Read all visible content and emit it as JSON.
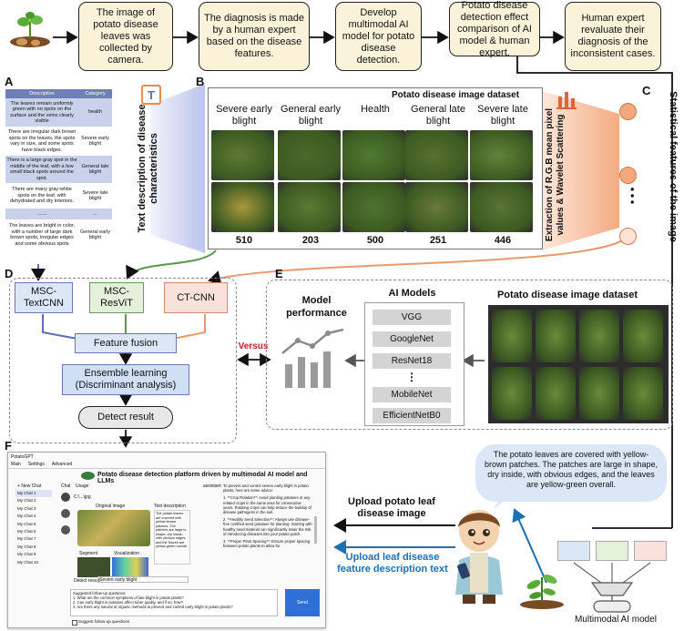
{
  "flow": {
    "step1": "The image of potato disease leaves was collected by camera.",
    "step2": "The diagnosis is made by a human expert based on the disease features.",
    "step3": "Develop multimodal AI model for potato disease detection.",
    "step4": "Potato disease detection effect comparison of AI model & human expert.",
    "step5": "Human expert revaluate their diagnosis of the inconsistent cases."
  },
  "panel_letters": {
    "a": "A",
    "b": "B",
    "c": "C",
    "d": "D",
    "e": "E",
    "f": "F"
  },
  "panel_a": {
    "header_desc": "Description",
    "header_cat": "Category",
    "rows": [
      {
        "desc": "The leaves remain uniformly green with no spots on the surface and the veins clearly visible",
        "cat": "health"
      },
      {
        "desc": "There are irregular dark brown spots on the leaves, the spots vary in size, and some spots have black edges.",
        "cat": "Severe early blight"
      },
      {
        "desc": "There is a large gray spot in the middle of the leaf, with a few small black spots around the spot.",
        "cat": "General late blight"
      },
      {
        "desc": "There are many gray-white spots on the leaf, with dehydrated and dry interiors.",
        "cat": "Severe late blight"
      },
      {
        "desc": ".......",
        "cat": "..."
      },
      {
        "desc": "The leaves are bright in color, with a number of large dark brown spots, irregular edges and some obvious spots",
        "cat": "General early blight"
      }
    ],
    "vertical_label": "Text description of disease characteristics"
  },
  "panel_b": {
    "title": "Potato disease image dataset",
    "classes": [
      "Severe early blight",
      "General early blight",
      "Health",
      "General late blight",
      "Severe late blight"
    ],
    "counts": [
      "510",
      "203",
      "500",
      "251",
      "446"
    ]
  },
  "extraction_label": "Extraction of R.G.B mean pixel values & Wavelet Scattering",
  "panel_c": {
    "vertical_label": "Statistical features of the image",
    "dots": "● ● ●"
  },
  "panel_d": {
    "mtc": "MSC-TextCNN",
    "mrv": "MSC-ResViT",
    "ct": "CT-CNN",
    "fusion": "Feature fusion",
    "ensemble": "Ensemble learning (Discriminant analysis)",
    "detect": "Detect result"
  },
  "versus": "Versus",
  "panel_e": {
    "perf": "Model performance",
    "ai_title": "AI Models",
    "models": [
      "VGG",
      "GoogleNet",
      "ResNet18",
      "⋮",
      "MobileNet",
      "EfficientNetB0"
    ],
    "dataset_title": "Potato disease image dataset"
  },
  "panel_f": {
    "app_name": "PotatoGPT",
    "tabs": [
      "Main",
      "Settings",
      "Advanced"
    ],
    "header": "Potato disease detection platform driven by multimodal AI model and LLMs",
    "new_chat": "+ New Chat",
    "chats": [
      "My Chat 1",
      "My Chat 2",
      "My Chat 3",
      "My Chat 4",
      "My Chat 5",
      "My Chat 6",
      "My Chat 7",
      "My Chat 8",
      "My Chat 9",
      "My Chat 10"
    ],
    "col_chat": "Chat",
    "col_usage": "Usage",
    "user_msg": "C:\\...\\jpg",
    "original": "Original image",
    "text_desc": "Text description",
    "desc_text": "The potato leaves are covered with yellow-brown patches. The patches are large in shape, dry inside, with obvious edges, and the leaves are yellow-green overall.",
    "segment": "Segment",
    "visualization": "Visualization",
    "detect_label": "Detect result:",
    "detect_value": "Severe early blight",
    "assistant": "assistant",
    "answer": [
      "To prevent and control severe early blight in potato plants, here are some advice:",
      "1. **Crop Rotation**: Avoid planting potatoes or any related crops in the same area for consecutive years. Rotating crops can help reduce the buildup of disease pathogens in the soil.",
      "2. **Healthy Seed Selection**: Always use disease-free certified seed potatoes for planting. Starting with healthy seed material can significantly lower the risk of introducing diseases into your potato patch.",
      "3. **Proper Plant Spacing**: Ensure proper spacing between potato plants to allow for"
    ],
    "suggest_title": "Suggested follow-up questions:",
    "suggestions": [
      "1. What are the common symptoms of late blight in potato plants?",
      "2. Can early blight in potatoes affect tuber quality, and if so, how?",
      "3. Are there any natural or organic methods to prevent and control early blight in potato plants?"
    ],
    "send": "Send",
    "checkbox": "Suggest follow-up questions"
  },
  "bubble": "The potato leaves are covered with yellow-brown patches. The patches are large in shape, dry inside, with obvious edges, and the leaves are yellow-green overall.",
  "upload_image": "Upload potato leaf disease image",
  "upload_text": "Upload leaf disease feature description text",
  "mm_label": "Multimodal AI model",
  "colors": {
    "flow_fill": "#fbf3d9",
    "box_blue": "#dbe6f6",
    "box_green": "#e4f0da",
    "box_pink": "#f9e2dc",
    "accent_blue": "#1c6fb4",
    "versus": "#c41e1e"
  }
}
